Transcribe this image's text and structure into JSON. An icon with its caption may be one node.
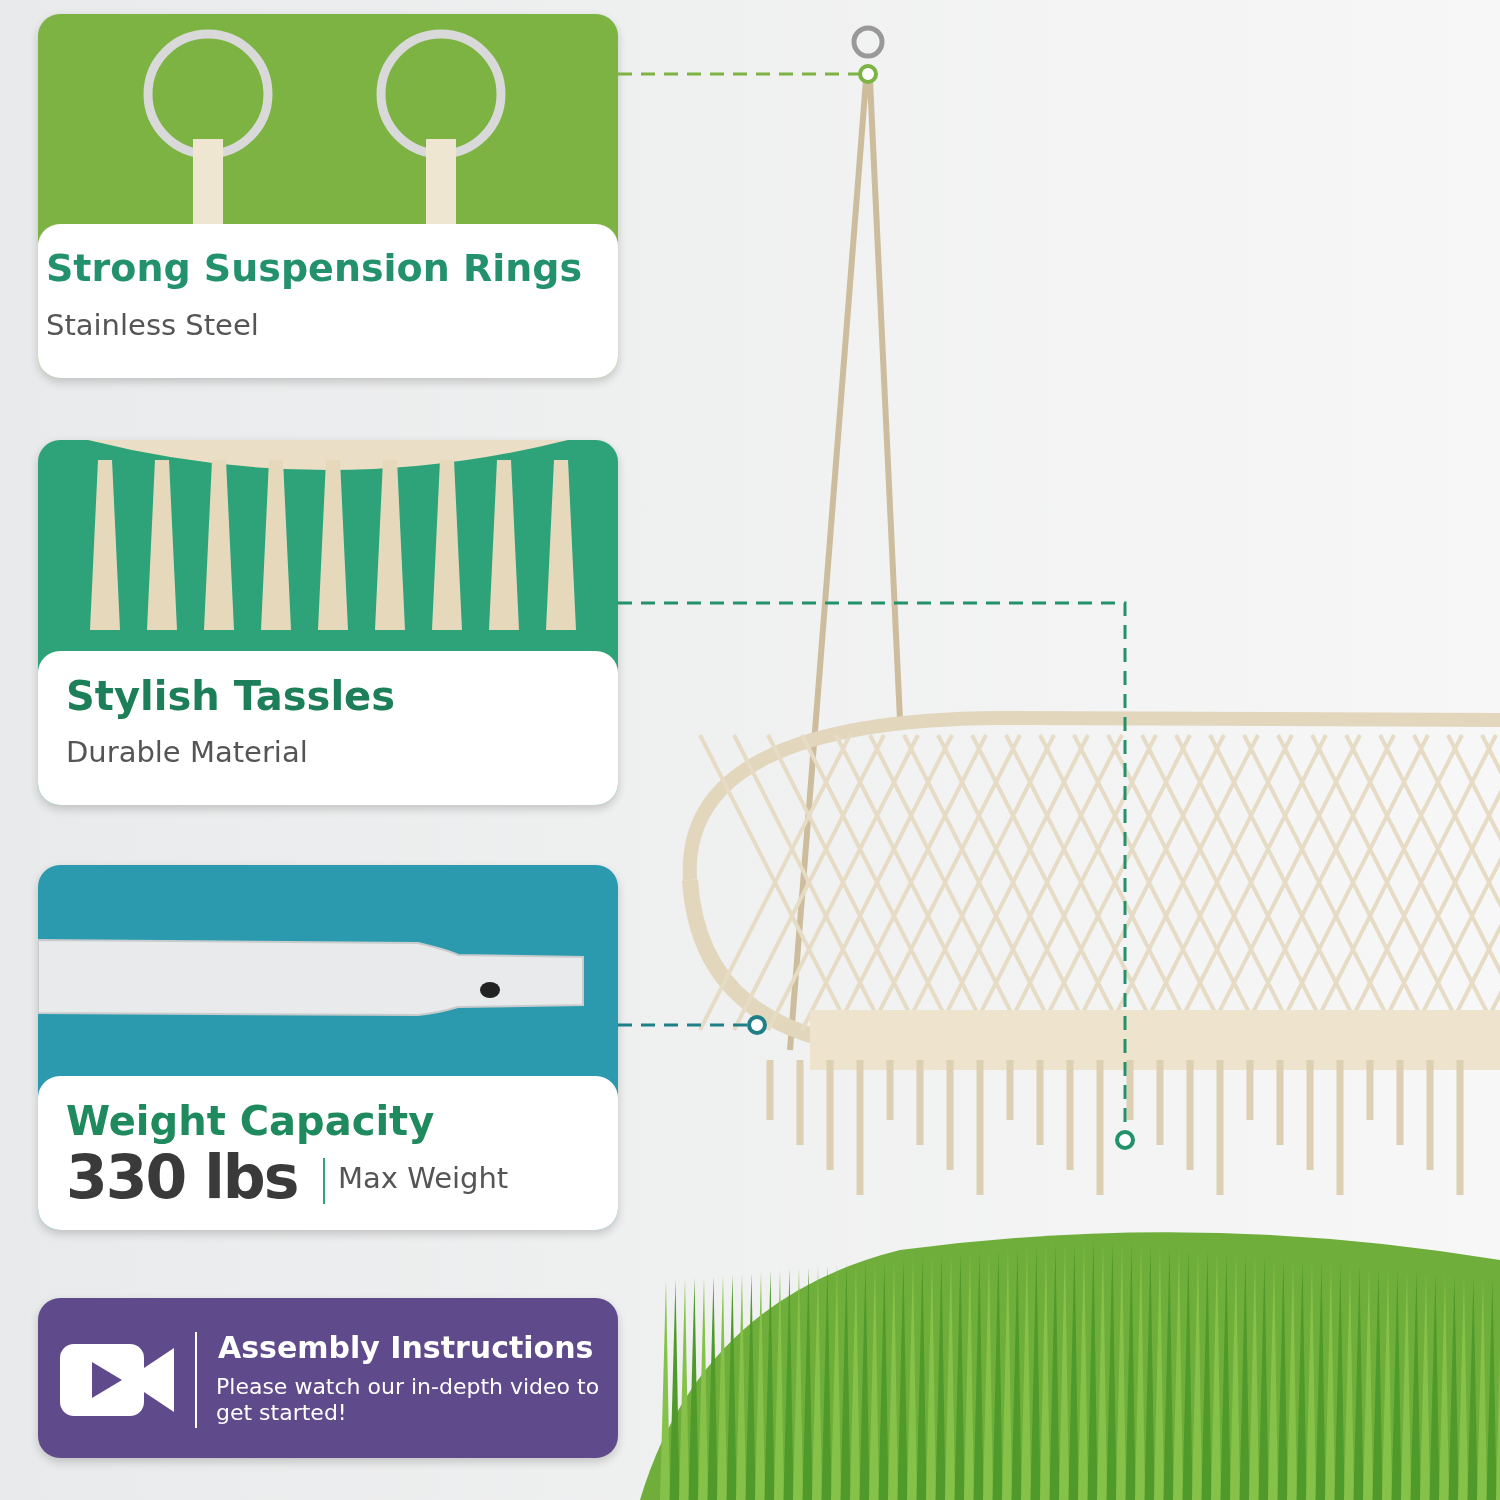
{
  "diagram": {
    "nodes": [
      {
        "text": [
          "Strong Suspension Rings",
          "Stainless Steel"
        ]
      },
      {
        "text": [
          "Stylish Tassles",
          "Durable Material"
        ]
      },
      {
        "text": [
          "Weight Capacity",
          "330 lbs",
          "Max Weight"
        ]
      },
      {
        "text": [
          "Assembly Instructions",
          "Please watch our in-depth video to get started!"
        ]
      },
      {
        "text": [],
        "shape": "circle"
      },
      {
        "text": [],
        "shape": "circle"
      },
      {
        "text": [],
        "shape": "circle"
      }
    ],
    "edges": [
      {
        "from": 0,
        "to": 4,
        "arrow": "none",
        "style": "dashed",
        "color": "#7cb342"
      },
      {
        "from": 1,
        "to": 5,
        "arrow": "none",
        "style": "dashed",
        "color": "#23926c"
      },
      {
        "from": 2,
        "to": 6,
        "arrow": "none",
        "style": "dashed",
        "color": "#1f7f86"
      }
    ]
  }
}
